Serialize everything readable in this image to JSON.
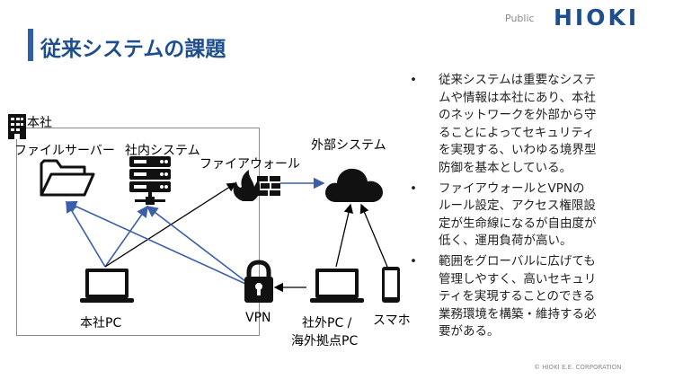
{
  "header": {
    "public_label": "Public",
    "logo_text": "HIOKI",
    "title": "従来システムの課題"
  },
  "diagram": {
    "hq_label": "本社",
    "file_server_label": "ファイルサーバー",
    "internal_system_label": "社内システム",
    "firewall_label": "ファイアウォール",
    "external_system_label": "外部システム",
    "hq_pc_label": "本社PC",
    "vpn_label": "VPN",
    "remote_pc_label_line1": "社外PC /",
    "remote_pc_label_line2": "海外拠点PC",
    "smartphone_label": "スマホ",
    "arrow_color_blue": "#3a5ea8",
    "arrow_color_black": "#000000"
  },
  "bullets": [
    {
      "marker": "•",
      "lines": [
        "従来システムは重要なシステ",
        "ムや情報は本社にあり、本社",
        "のネットワークを外部から守",
        "ることによってセキュリティ",
        "を実現する、いわゆる境界型",
        "防御を基本としている。"
      ]
    },
    {
      "marker": "•",
      "lines": [
        "ファイアウォールとVPNの",
        "ルール設定、アクセス権限設",
        "定が生命線になるが自由度が",
        "低く、運用負荷が高い。"
      ]
    },
    {
      "marker": "•",
      "lines": [
        "範囲をグローバルに広げても",
        "管理しやすく、高いセキュリ",
        "ティを実現することのできる",
        "業務環境を構築・維持する必",
        "要がある。"
      ]
    }
  ],
  "footer": {
    "copyright": "© HIOKI E.E. CORPORATION"
  }
}
